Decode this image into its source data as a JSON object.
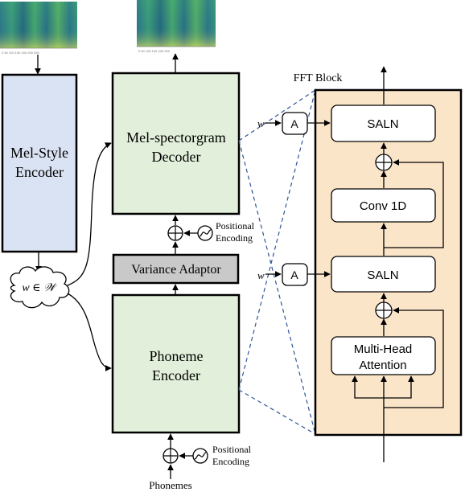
{
  "left": {
    "mel_style_encoder": [
      "Mel-Style",
      "Encoder"
    ],
    "style_vector": "w ∈ 𝒲"
  },
  "middle": {
    "decoder": [
      "Mel-spectorgram",
      "Decoder"
    ],
    "variance_adaptor": "Variance Adaptor",
    "phoneme_encoder": [
      "Phoneme",
      "Encoder"
    ],
    "positional_encoding_top": [
      "Positional",
      "Encoding"
    ],
    "positional_encoding_bottom": [
      "Positional",
      "Encoding"
    ],
    "input_label": "Phonemes"
  },
  "fft_block": {
    "title": "FFT Block",
    "w_label_top": "w",
    "w_label_bottom": "w",
    "affine_top": "A",
    "affine_bottom": "A",
    "saln_top": "SALN",
    "conv": "Conv 1D",
    "saln_bottom": "SALN",
    "attention": [
      "Multi-Head",
      "Attention"
    ]
  },
  "colors": {
    "encoder_blue": "#dae3f3",
    "block_green": "#e2efda",
    "adaptor_gray": "#c9c9c9",
    "fft_bg": "#fbe5c9",
    "dashed_blue": "#2f5597"
  }
}
